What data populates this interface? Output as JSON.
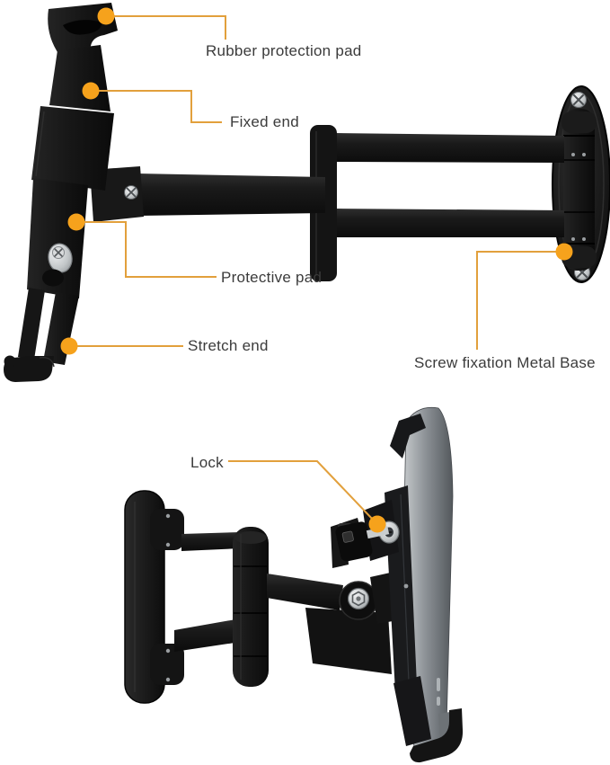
{
  "annotations": {
    "rubber_pad": {
      "label": "Rubber protection pad"
    },
    "fixed_end": {
      "label": "Fixed end"
    },
    "protective_pad": {
      "label": "Protective pad"
    },
    "stretch_end": {
      "label": "Stretch end"
    },
    "metal_base": {
      "label": "Screw fixation Metal Base"
    },
    "lock": {
      "label": "Lock"
    }
  },
  "colors": {
    "background": "#ffffff",
    "callout_dot": "#f6a21c",
    "callout_line": "#e2a03c",
    "label_text": "#3b3b3b",
    "product_black": "#141414",
    "tablet_gray": "#8b9095",
    "screw_silver": "#c7cacc"
  }
}
